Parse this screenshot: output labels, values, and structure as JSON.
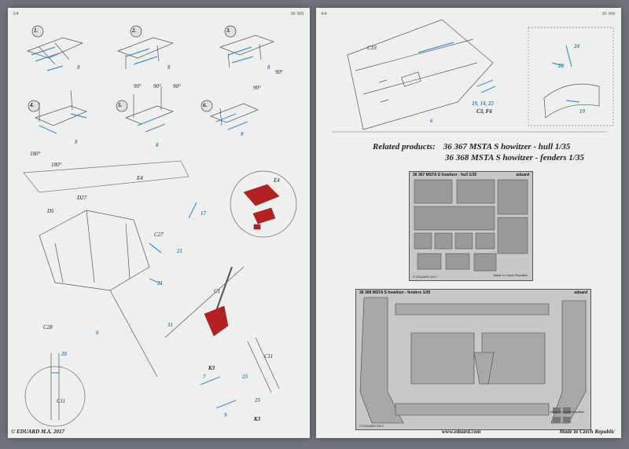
{
  "left_page": {
    "page_label": "3/4",
    "set_number": "36 369",
    "steps": [
      "1.",
      "2.",
      "3.",
      "4.",
      "5.",
      "6."
    ],
    "angles": [
      "90°",
      "90°",
      "90°",
      "90°",
      "90°",
      "180°",
      "180°"
    ],
    "part_labels": [
      "E4",
      "E4",
      "D27",
      "D5",
      "C27",
      "C1",
      "C28",
      "C11",
      "C11",
      "K3",
      "K3"
    ],
    "part_numbers": [
      "8",
      "8",
      "8",
      "8",
      "8",
      "8",
      "17",
      "21",
      "21",
      "31",
      "20",
      "7",
      "23",
      "25",
      "9",
      "6"
    ],
    "footer": "© EDUARD M.A. 2017"
  },
  "right_page": {
    "page_label": "4/4",
    "set_number": "36 369",
    "part_labels": [
      "C10",
      "C3, F6"
    ],
    "part_numbers": [
      "24",
      "22",
      "19",
      "19, 14, 22",
      "6"
    ],
    "related_header": "Related products:",
    "related_products": [
      "36 367 MSTA S howitzer - hull 1/35",
      "36 368 MSTA S howitzer - fenders 1/35"
    ],
    "fret1": {
      "title": "36 367  MSTA S howitzer - hull  1/35",
      "brand": "eduard",
      "made": "Made in Czech Republic",
      "code": "© EDUARD 2017"
    },
    "fret2": {
      "title": "36 368  MSTA S howitzer - fenders  1/35",
      "brand": "eduard",
      "made": "Made in Czech Republic",
      "code": "© EDUARD 2017"
    },
    "url": "www.eduard.com",
    "made_in": "Made in Czech Republic"
  }
}
